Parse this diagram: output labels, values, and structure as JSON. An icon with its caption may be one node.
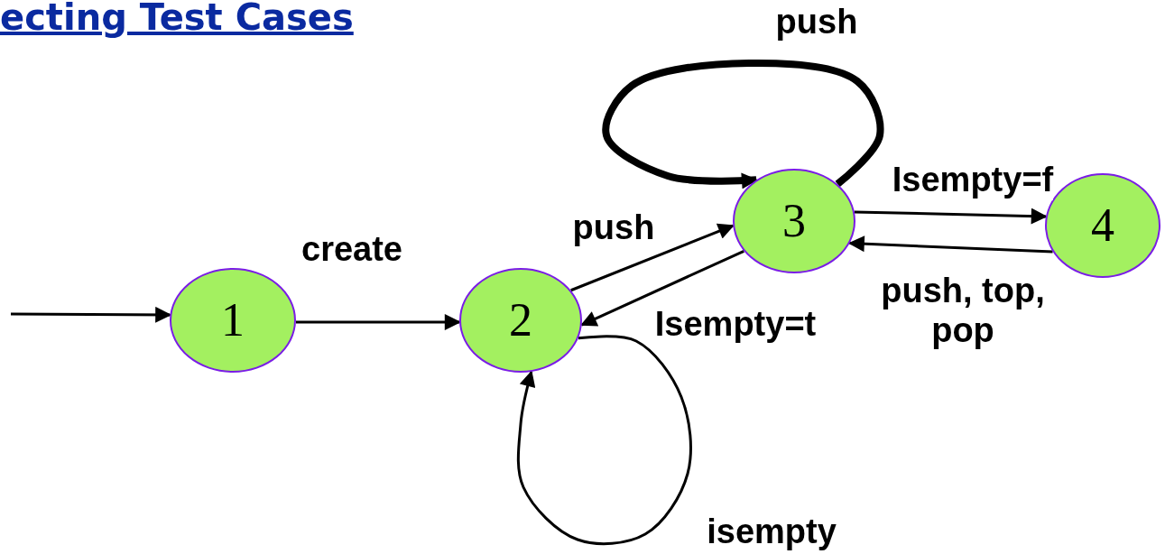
{
  "diagram": {
    "title": "ecting Test Cases",
    "nodes": [
      {
        "text": [
          "1"
        ]
      },
      {
        "text": [
          "2"
        ]
      },
      {
        "text": [
          "3"
        ]
      },
      {
        "text": [
          "4"
        ]
      }
    ],
    "edges": [
      {
        "from": null,
        "to": 0,
        "arrow": "to"
      },
      {
        "from": 0,
        "to": 1,
        "arrow": "to",
        "label": "create"
      },
      {
        "from": 1,
        "to": 2,
        "arrow": "to",
        "label": "push"
      },
      {
        "from": 2,
        "to": 1,
        "arrow": "to",
        "label": "Isempty=t"
      },
      {
        "from": 2,
        "to": 2,
        "arrow": "to",
        "label": "push",
        "style": "thick"
      },
      {
        "from": 2,
        "to": 3,
        "arrow": "to",
        "label": "Isempty=f"
      },
      {
        "from": 3,
        "to": 2,
        "arrow": "to",
        "label": "push, top, pop"
      },
      {
        "from": 1,
        "to": 1,
        "arrow": "to",
        "label": "isempty"
      }
    ]
  }
}
